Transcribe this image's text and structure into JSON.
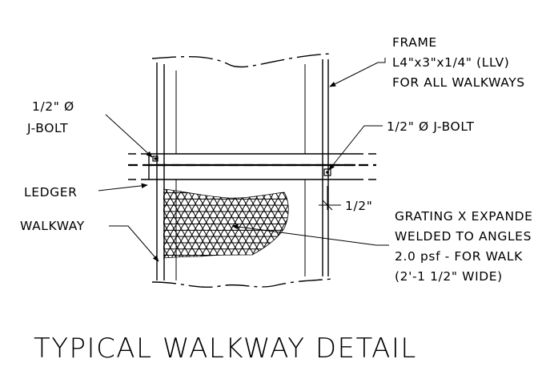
{
  "labels": {
    "frame_line1": "FRAME",
    "frame_line2": "L4\"x3\"x1/4\" (LLV)",
    "frame_line3": "FOR ALL WALKWAYS",
    "jbolt_left_line1": "1/2\" Ø",
    "jbolt_left_line2": "J-BOLT",
    "jbolt_right": "1/2\" Ø J-BOLT",
    "ledger": "LEDGER",
    "dim_half": "1/2\"",
    "walkway": "WALKWAY",
    "grating_line1": "GRATING X EXPANDE",
    "grating_line2": "WELDED TO ANGLES",
    "grating_line3": "2.0 psf - FOR WALK",
    "grating_line4": "(2'-1  1/2\" WIDE)"
  },
  "title": "TYPICAL WALKWAY DETAIL"
}
